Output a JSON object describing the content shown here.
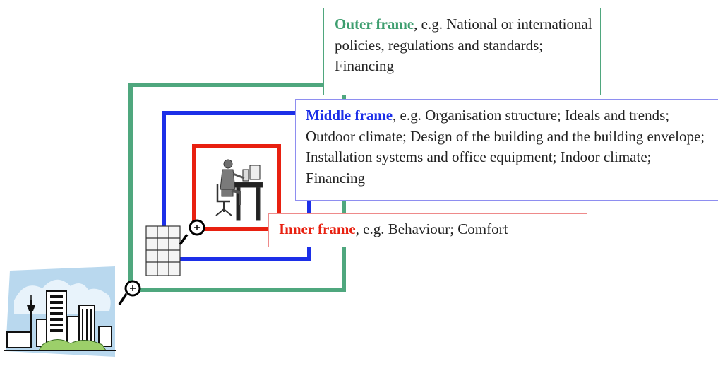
{
  "outer": {
    "keyword": "Outer frame",
    "text": ", e.g. National or international policies, regulations and standards; Financing"
  },
  "middle": {
    "keyword": "Middle frame",
    "text": ", e.g. Organisation structure; Ideals and trends; Outdoor climate; Design of the building and the building envelope; Installation systems and office equipment; Indoor climate; Financing"
  },
  "inner": {
    "keyword": "Inner frame",
    "text": ", e.g. Behaviour; Comfort"
  },
  "colors": {
    "outer_frame": "#4fa77e",
    "middle_frame": "#1c2fe8",
    "inner_frame": "#e82010"
  },
  "icons": [
    "city-skyline-icon",
    "office-building-icon",
    "office-worker-icon",
    "magnifier-icon"
  ]
}
